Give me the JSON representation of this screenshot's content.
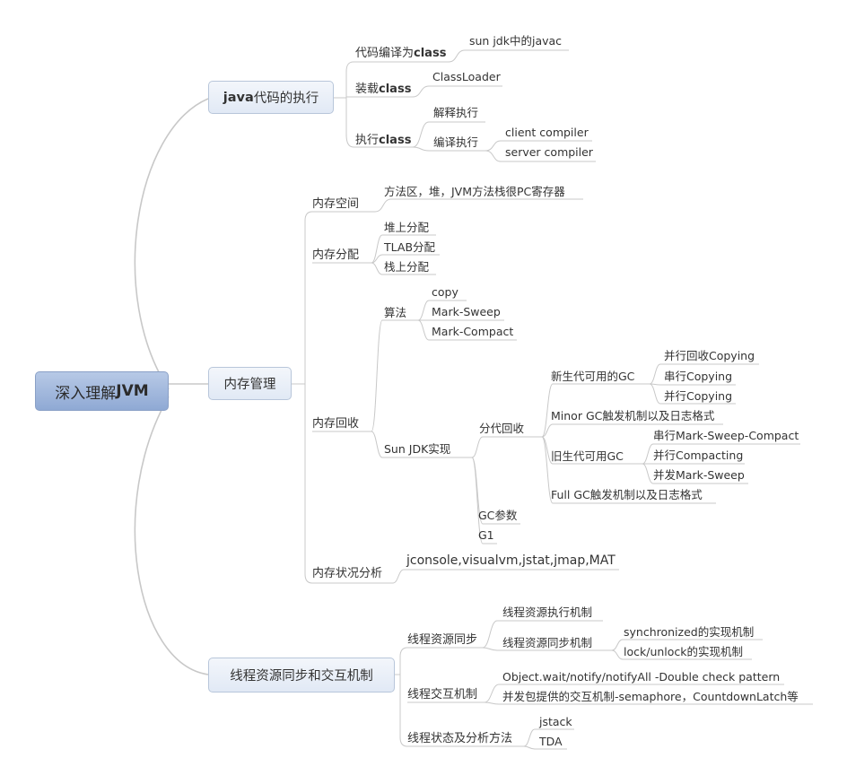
{
  "mindmap": {
    "root": {
      "label_plain": "深入理解",
      "label_bold": "JVM"
    },
    "java_exec": {
      "label_bold": "java",
      "label_plain": "代码的执行",
      "compile": {
        "label_plain": "代码编译为",
        "label_bold": "class",
        "child": "sun jdk中的javac"
      },
      "load": {
        "label_plain": "装载",
        "label_bold": "class",
        "child": "ClassLoader"
      },
      "execute": {
        "label_plain": "执行",
        "label_bold": "class",
        "interpret": "解释执行",
        "compile_exec": "编译执行",
        "client": "client compiler",
        "server": "server compiler"
      }
    },
    "memory": {
      "label": "内存管理",
      "space": {
        "label": "内存空间",
        "child": "方法区，堆，JVM方法栈很PC寄存器"
      },
      "alloc": {
        "label": "内存分配",
        "items": [
          "堆上分配",
          "TLAB分配",
          "栈上分配"
        ]
      },
      "gc": {
        "label": "内存回收",
        "algorithm": {
          "label": "算法",
          "items": [
            "copy",
            "Mark-Sweep",
            "Mark-Compact"
          ]
        },
        "sunjdk": {
          "label": "Sun JDK实现",
          "generational": {
            "label": "分代回收",
            "young": {
              "label": "新生代可用的GC",
              "items": [
                "并行回收Copying",
                "串行Copying",
                "并行Copying"
              ]
            },
            "minor": "Minor GC触发机制以及日志格式",
            "old": {
              "label": "旧生代可用GC",
              "items": [
                "串行Mark-Sweep-Compact",
                "并行Compacting",
                "并发Mark-Sweep"
              ]
            },
            "full": "Full GC触发机制以及日志格式"
          },
          "gc_params": "GC参数",
          "g1": "G1"
        }
      },
      "analysis": {
        "label": "内存状况分析",
        "child": "jconsole,visualvm,jstat,jmap,MAT"
      }
    },
    "threads": {
      "label": "线程资源同步和交互机制",
      "sync": {
        "label": "线程资源同步",
        "exec_mech": "线程资源执行机制",
        "sync_mech": {
          "label": "线程资源同步机制",
          "items": [
            "synchronized的实现机制",
            "lock/unlock的实现机制"
          ]
        }
      },
      "interact": {
        "label": "线程交互机制",
        "items": [
          "Object.wait/notify/notifyAll -Double check pattern",
          "并发包提供的交互机制-semaphore，CountdownLatch等"
        ]
      },
      "state": {
        "label": "线程状态及分析方法",
        "items": [
          "jstack",
          "TDA"
        ]
      }
    }
  }
}
